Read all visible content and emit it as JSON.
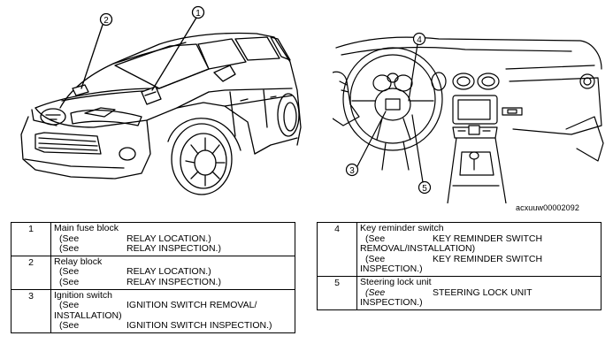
{
  "callouts": {
    "car": [
      "1",
      "2"
    ],
    "dash": [
      "3",
      "4",
      "5"
    ]
  },
  "figure_id": "acxuuw00002092",
  "table_left": {
    "rows": [
      {
        "num": "1",
        "title": "Main fuse block",
        "refs": [
          {
            "see": "(See",
            "text": "RELAY LOCATION.)"
          },
          {
            "see": "(See",
            "text": "RELAY INSPECTION.)"
          }
        ]
      },
      {
        "num": "2",
        "title": "Relay block",
        "refs": [
          {
            "see": "(See",
            "text": "RELAY LOCATION.)"
          },
          {
            "see": "(See",
            "text": "RELAY INSPECTION.)"
          }
        ]
      },
      {
        "num": "3",
        "title": "Ignition switch",
        "refs": [
          {
            "see": "(See",
            "text": "IGNITION SWITCH REMOVAL/",
            "cont": "INSTALLATION)"
          },
          {
            "see": "(See",
            "text": "IGNITION SWITCH INSPECTION.)"
          }
        ]
      }
    ]
  },
  "table_right": {
    "rows": [
      {
        "num": "4",
        "title": "Key reminder switch",
        "refs": [
          {
            "see": "(See",
            "text": "KEY REMINDER SWITCH",
            "cont": "REMOVAL/INSTALLATION)"
          },
          {
            "see": "(See",
            "text": "KEY REMINDER SWITCH",
            "cont": "INSPECTION.)"
          }
        ]
      },
      {
        "num": "5",
        "title": "Steering lock unit",
        "refs": [
          {
            "see": "(See",
            "text": "STEERING LOCK UNIT",
            "cont": "INSPECTION.)",
            "italic_see": true
          }
        ]
      }
    ]
  }
}
